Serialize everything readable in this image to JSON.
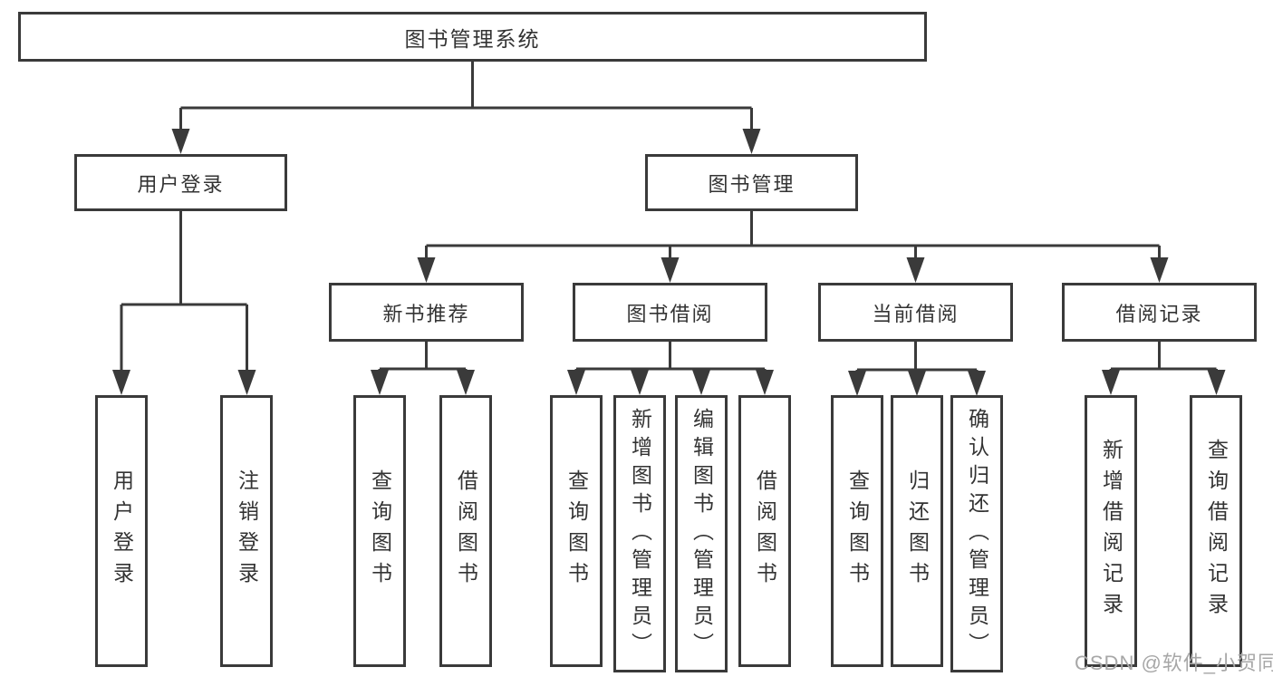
{
  "diagram": {
    "root": "图书管理系统",
    "branches": [
      {
        "label": "用户登录",
        "children": [
          "用户登录",
          "注销登录"
        ]
      },
      {
        "label": "图书管理",
        "sections": [
          {
            "label": "新书推荐",
            "children": [
              "查询图书",
              "借阅图书"
            ]
          },
          {
            "label": "图书借阅",
            "children": [
              "查询图书",
              "新增图书（管理员）",
              "编辑图书（管理员）",
              "借阅图书"
            ]
          },
          {
            "label": "当前借阅",
            "children": [
              "查询图书",
              "归还图书",
              "确认归还（管理员）"
            ]
          },
          {
            "label": "借阅记录",
            "children": [
              "新增借阅记录",
              "查询借阅记录"
            ]
          }
        ]
      }
    ]
  },
  "watermark": "CSDN @软件_小贺同学",
  "colors": {
    "line": "#3a3a3a",
    "text": "#333333",
    "watermark": "#a7a7a7",
    "background": "#ffffff"
  }
}
